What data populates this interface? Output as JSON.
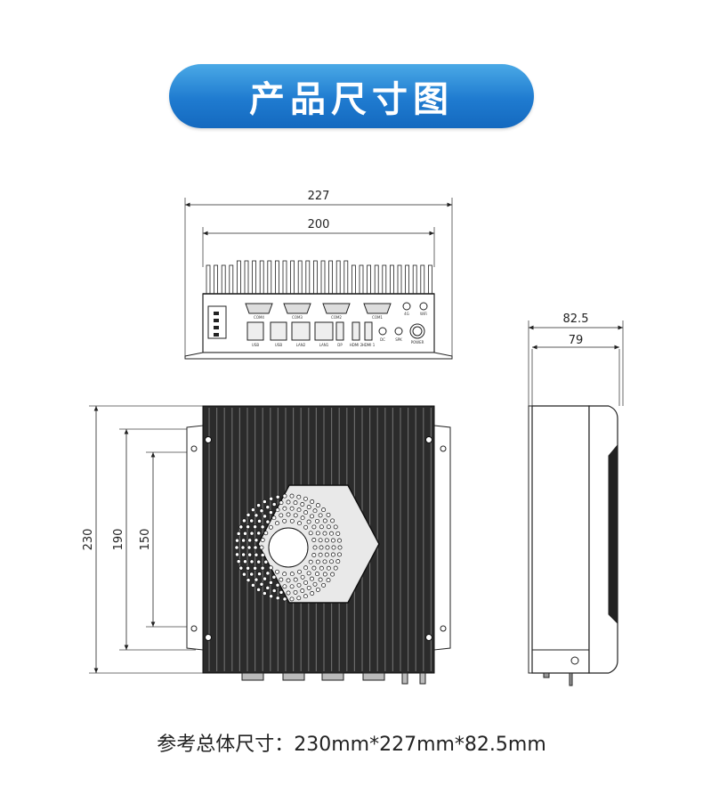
{
  "header": {
    "title": "产品尺寸图"
  },
  "front_view": {
    "dim_overall": "227",
    "dim_inner": "200",
    "port_labels": [
      "COM4",
      "COM3",
      "COM2",
      "COM1",
      "4G",
      "WiFi",
      "USB",
      "USB",
      "LAN2",
      "LAN1",
      "DP",
      "HDMI 2",
      "HDMI 1",
      "DC",
      "SPK",
      "POWER"
    ]
  },
  "top_view": {
    "dim_height": "230",
    "dim_mount": "190",
    "dim_inner": "150"
  },
  "side_view": {
    "dim_overall": "82.5",
    "dim_inner": "79"
  },
  "caption": "参考总体尺寸：230mm*227mm*82.5mm"
}
